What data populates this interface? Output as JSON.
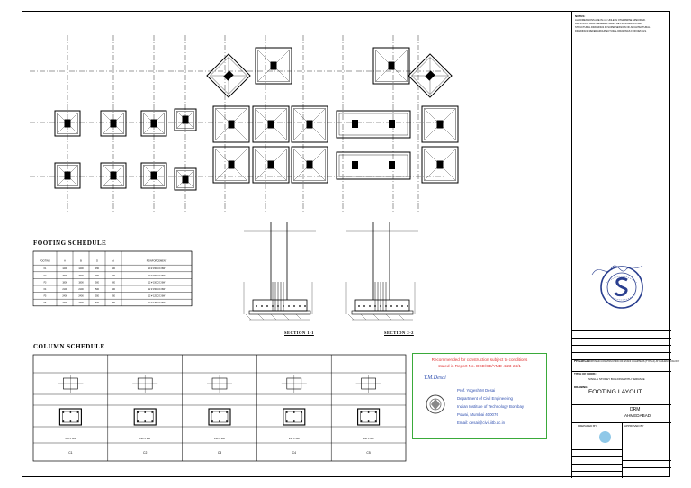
{
  "headings": {
    "footing_schedule": "FOOTING SCHEDULE",
    "column_schedule": "COLUMN SCHEDULE",
    "section_1": "SECTION 1-1",
    "section_2": "SECTION 2-2"
  },
  "notes": {
    "title": "NOTES:",
    "lines": [
      "ALL DIMENSIONS ARE IN mm UNLESS OTHERWISE SPECIFIED.",
      "ALL STRUCTURAL MEMBERS SHALL BE PROVIDED AS PER",
      "STRUCTURAL DRAWINGS IN SUPERSESSION OF ARCHITECTURAL",
      "DRAWINGS. REFER ARCHITECTURAL DRAWINGS FOR DETAILS."
    ]
  },
  "recommendation": {
    "line1": "Recommended for construction subject to conditions",
    "line2": "stated in Report No. DKD/CE/YMD-4/23-24/1",
    "signature": "Y.M.Desai",
    "name": "Prof. Yogesh M Desai",
    "dept": "Department of Civil Engineering",
    "inst1": "Indian Institute of Technology Bombay",
    "inst2": "Powai, Mumbai 400076",
    "email": "Email: desai@civil.iitb.ac.in"
  },
  "title_block": {
    "project_label": "PROJECT:",
    "project_text": "PROPOSED CONSTRUCTION OF STAFF QUARTERS (TYPE-II) AT RAILWAY COLONY",
    "title_label": "TITLE OF WORK:",
    "title_text": "SINGLE STOREY BUILDING WITH TERRACE",
    "drawing_label": "DRAWING:",
    "drawing_title": "FOOTING LAYOUT",
    "org_line1": "DRM",
    "org_line2": "AHMEDABAD",
    "prepared_by": "PREPARED BY",
    "approved_by": "APPROVED BY"
  },
  "footing_schedule": {
    "columns": [
      "FOOTING",
      "A",
      "B",
      "D",
      "d",
      "REINFORCEMENT"
    ],
    "rows": [
      [
        "F1",
        "1200",
        "1200",
        "450",
        "300",
        "10 # 150 C/C BW"
      ],
      [
        "F2",
        "1500",
        "1500",
        "450",
        "300",
        "10 # 150 C/C BW"
      ],
      [
        "F3",
        "1800",
        "1800",
        "500",
        "300",
        "12 # 150 C/C BW"
      ],
      [
        "F4",
        "2100",
        "2100",
        "500",
        "300",
        "12 # 150 C/C BW"
      ],
      [
        "F5",
        "2400",
        "2400",
        "550",
        "350",
        "12 # 125 C/C BW"
      ],
      [
        "F6",
        "2700",
        "2700",
        "600",
        "350",
        "12 # 125 C/C BW"
      ]
    ]
  },
  "column_schedule": {
    "cols": [
      "C1",
      "C2",
      "C3",
      "C4",
      "C5"
    ],
    "size": [
      "230 X 300",
      "230 X 300",
      "230 X 300",
      "230 X 300",
      "230 X 300"
    ]
  },
  "colors": {
    "line": "#000000",
    "green_border": "#3aaa3a",
    "red_text": "#e03030",
    "blue_text": "#3050b0",
    "seal_blue": "#2a3f8f"
  }
}
